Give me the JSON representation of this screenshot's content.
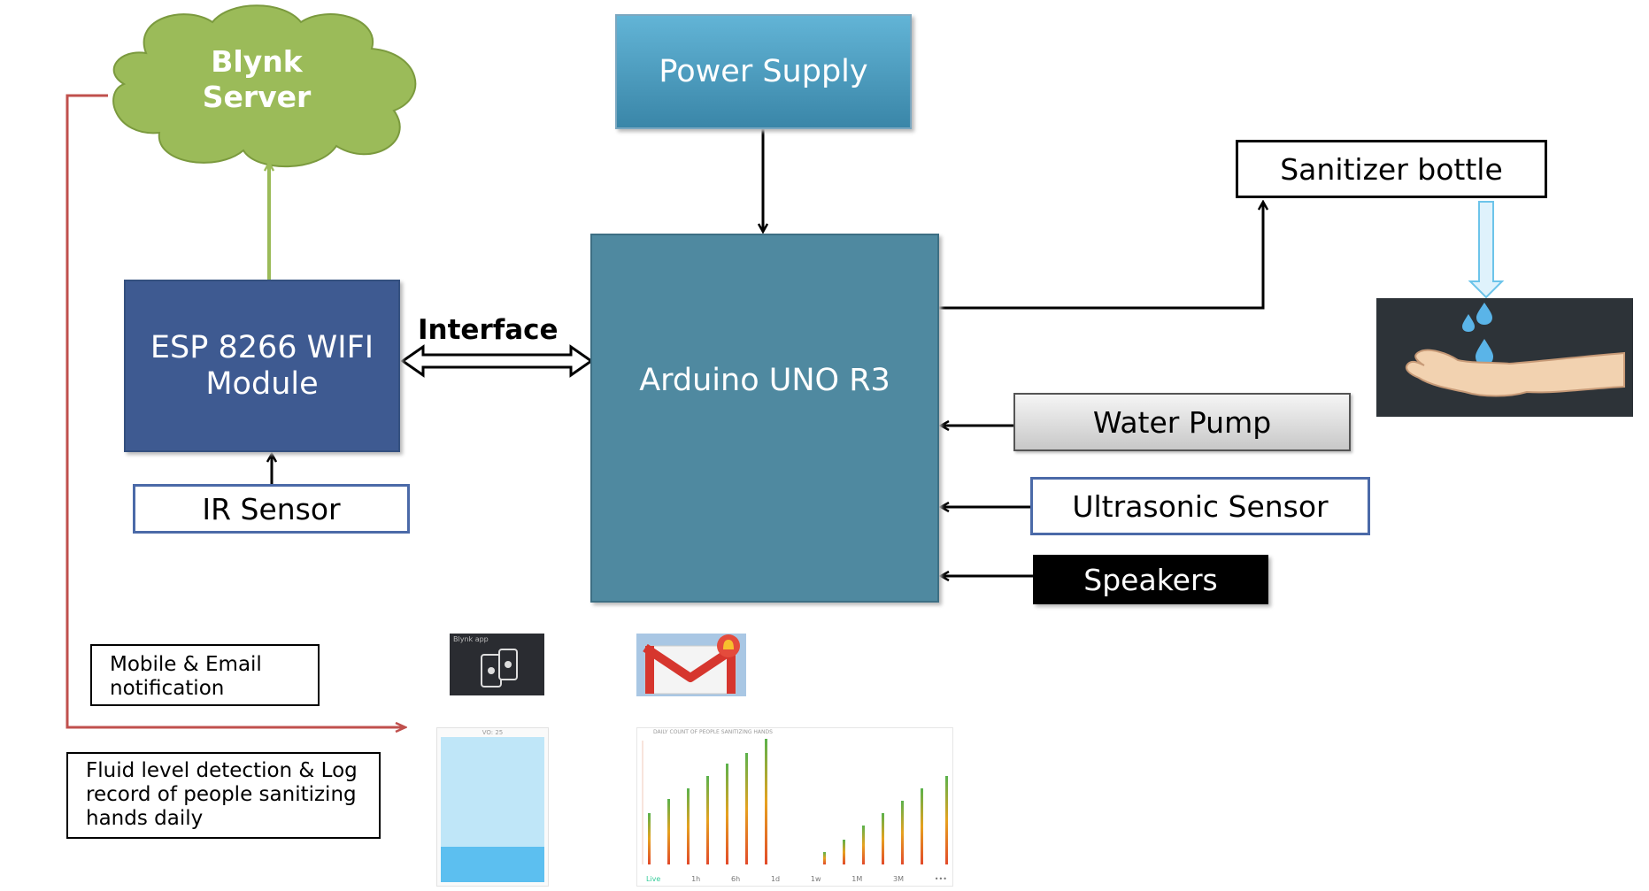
{
  "blocks": {
    "cloud": "Blynk Server",
    "power": "Power Supply",
    "arduino": "Arduino UNO R3",
    "esp": "ESP 8266 WIFI Module",
    "ir": "IR Sensor",
    "sanitizer": "Sanitizer  bottle",
    "pump": "Water Pump",
    "ultrasonic": "Ultrasonic Sensor",
    "speakers": "Speakers",
    "interface": "Interface"
  },
  "notes": {
    "notification": "Mobile & Email notification",
    "log": "Fluid level detection & Log record of people sanitizing hands daily"
  },
  "screens": {
    "blynk_app": "Blynk app",
    "gauge_label": "VO: 25",
    "chart_title": "DAILY COUNT OF PEOPLE SANITIZING HANDS",
    "chart_tabs": [
      "Live",
      "1h",
      "6h",
      "1d",
      "1w",
      "1M",
      "3M",
      "•••"
    ]
  },
  "colors": {
    "cloud_fill": "#9bbb59",
    "arduino": "#4f89a0",
    "esp": "#3e5a91",
    "power": "#4aa0c6",
    "log_line": "#c0504d"
  },
  "icons": [
    "cloud-icon",
    "hand-icon",
    "water-drop-icon",
    "phone-icon",
    "gmail-icon",
    "bell-icon"
  ]
}
